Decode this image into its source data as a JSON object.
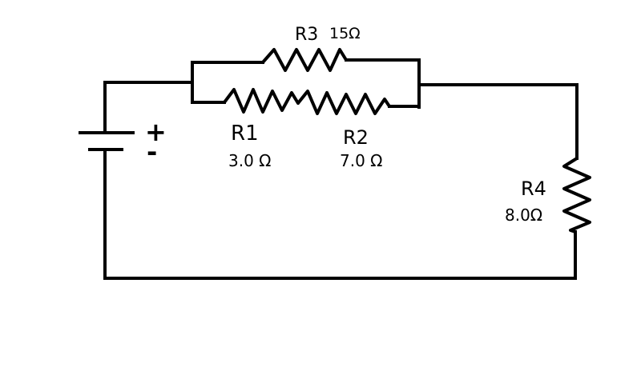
{
  "battery": {
    "plus_sign": "+",
    "minus_sign": "-"
  },
  "resistors": {
    "r3": {
      "name": "R3",
      "value": "15Ω"
    },
    "r1": {
      "name": "R1",
      "value": "3.0 Ω"
    },
    "r2": {
      "name": "R2",
      "value": "7.0 Ω"
    },
    "r4": {
      "name": "R4",
      "value": "8.0Ω"
    }
  }
}
